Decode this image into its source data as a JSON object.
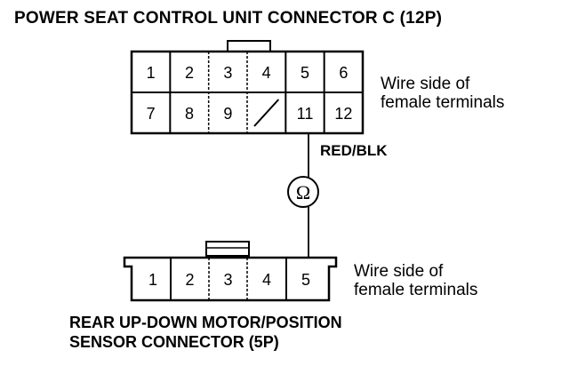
{
  "top_connector": {
    "title": "POWER SEAT CONTROL UNIT CONNECTOR C (12P)",
    "note_line1": "Wire side of",
    "note_line2": "female terminals",
    "rows": [
      [
        "1",
        "2",
        "3",
        "4",
        "5",
        "6"
      ],
      [
        "7",
        "8",
        "9",
        "",
        "11",
        "12"
      ]
    ]
  },
  "wire": {
    "label": "RED/BLK",
    "meter_symbol": "Ω"
  },
  "bottom_connector": {
    "title_line1": "REAR UP-DOWN MOTOR/POSITION",
    "title_line2": "SENSOR CONNECTOR (5P)",
    "note_line1": "Wire side of",
    "note_line2": "female terminals",
    "pins": [
      "1",
      "2",
      "3",
      "4",
      "5"
    ]
  },
  "icons": {
    "meter": "ohmmeter-icon",
    "unused_terminal": "slash-icon"
  },
  "colors": {
    "line": "#000000",
    "background": "#ffffff"
  }
}
